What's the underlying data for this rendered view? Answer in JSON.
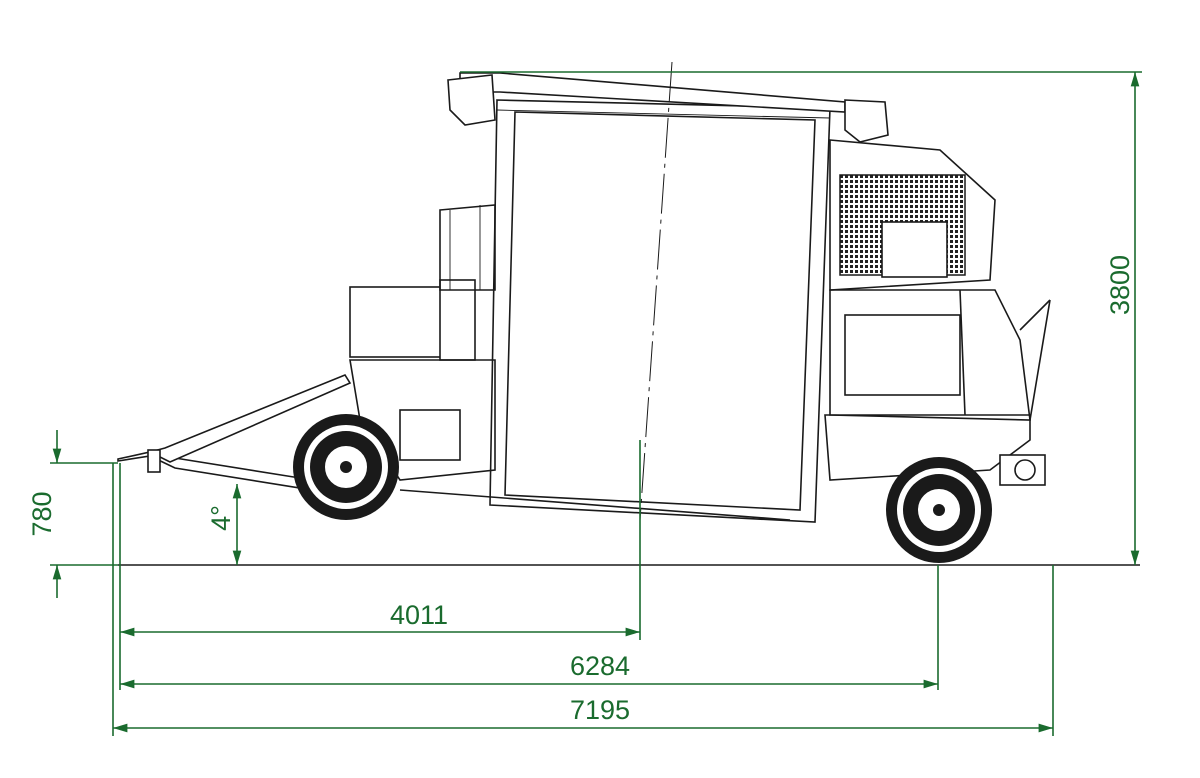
{
  "colors": {
    "dimension": "#1a6b2e",
    "machine": "#1a1a1a"
  },
  "dimensions": {
    "hitch_height": "780",
    "drawbar_angle": "4°",
    "hitch_to_center": "4011",
    "hitch_to_rear_axle": "6284",
    "overall_length": "7195",
    "overall_height": "3800"
  }
}
